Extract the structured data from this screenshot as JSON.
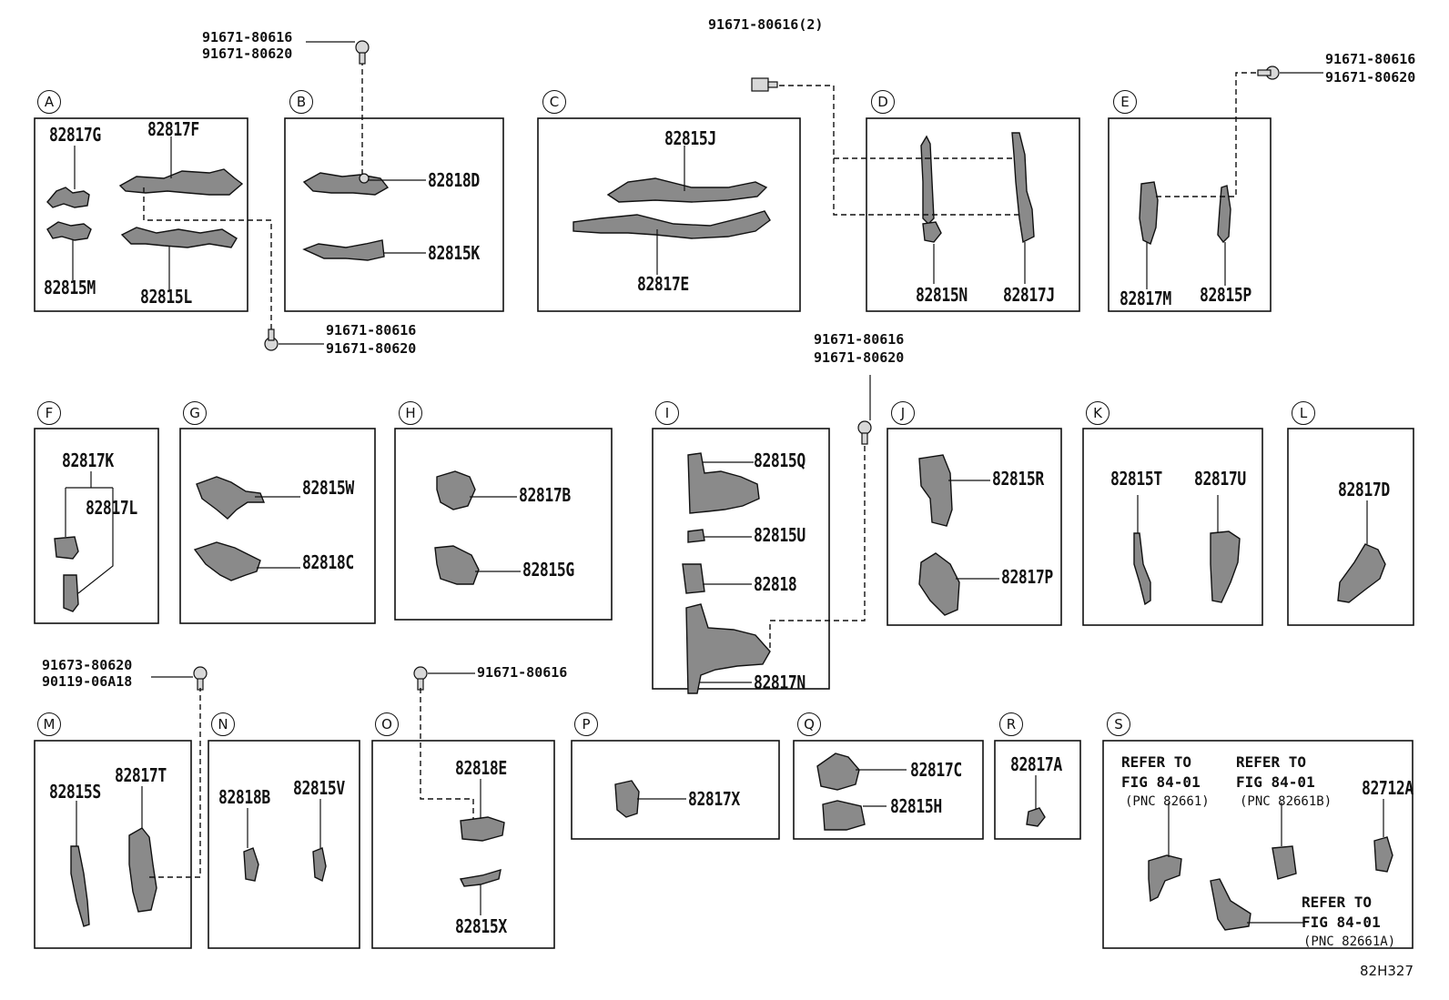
{
  "groups": {
    "a": {
      "letter": "A",
      "parts": [
        "82817G",
        "82817F",
        "82815M",
        "82815L"
      ]
    },
    "b": {
      "letter": "B",
      "parts": [
        "82818D",
        "82815K"
      ]
    },
    "c": {
      "letter": "C",
      "parts": [
        "82815J",
        "82817E"
      ]
    },
    "d": {
      "letter": "D",
      "parts": [
        "82815N",
        "82817J"
      ]
    },
    "e": {
      "letter": "E",
      "parts": [
        "82817M",
        "82815P"
      ]
    },
    "f": {
      "letter": "F",
      "parts": [
        "82817K",
        "82817L"
      ]
    },
    "g": {
      "letter": "G",
      "parts": [
        "82815W",
        "82818C"
      ]
    },
    "h": {
      "letter": "H",
      "parts": [
        "82817B",
        "82815G"
      ]
    },
    "i": {
      "letter": "I",
      "parts": [
        "82815Q",
        "82815U",
        "82818",
        "82817N"
      ]
    },
    "j": {
      "letter": "J",
      "parts": [
        "82815R",
        "82817P"
      ]
    },
    "k": {
      "letter": "K",
      "parts": [
        "82815T",
        "82817U"
      ]
    },
    "l": {
      "letter": "L",
      "parts": [
        "82817D"
      ]
    },
    "m": {
      "letter": "M",
      "parts": [
        "82815S",
        "82817T"
      ]
    },
    "n": {
      "letter": "N",
      "parts": [
        "82818B",
        "82815V"
      ]
    },
    "o": {
      "letter": "O",
      "parts": [
        "82818E",
        "82815X"
      ]
    },
    "p": {
      "letter": "P",
      "parts": [
        "82817X"
      ]
    },
    "q": {
      "letter": "Q",
      "parts": [
        "82817C",
        "82815H"
      ]
    },
    "r": {
      "letter": "R",
      "parts": [
        "82817A"
      ]
    },
    "s": {
      "letter": "S",
      "parts": [
        "82712A"
      ]
    }
  },
  "bolts": {
    "b_top": [
      "91671-80616",
      "91671-80620"
    ],
    "c_top": [
      "91671-80616(2)"
    ],
    "e_top": [
      "91671-80616",
      "91671-80620"
    ],
    "a_bottom": [
      "91671-80616",
      "91671-80620"
    ],
    "j_top": [
      "91671-80616",
      "91671-80620"
    ],
    "m_top": [
      "91673-80620",
      "90119-06A18"
    ],
    "o_top": [
      "91671-80616"
    ]
  },
  "references": [
    {
      "line1": "REFER TO",
      "line2": "FIG 84-01",
      "line3": "(PNC 82661)"
    },
    {
      "line1": "REFER TO",
      "line2": "FIG 84-01",
      "line3": "(PNC 82661B)"
    },
    {
      "line1": "REFER TO",
      "line2": "FIG 84-01",
      "line3": "(PNC 82661A)"
    }
  ],
  "figure_code": "82H327"
}
